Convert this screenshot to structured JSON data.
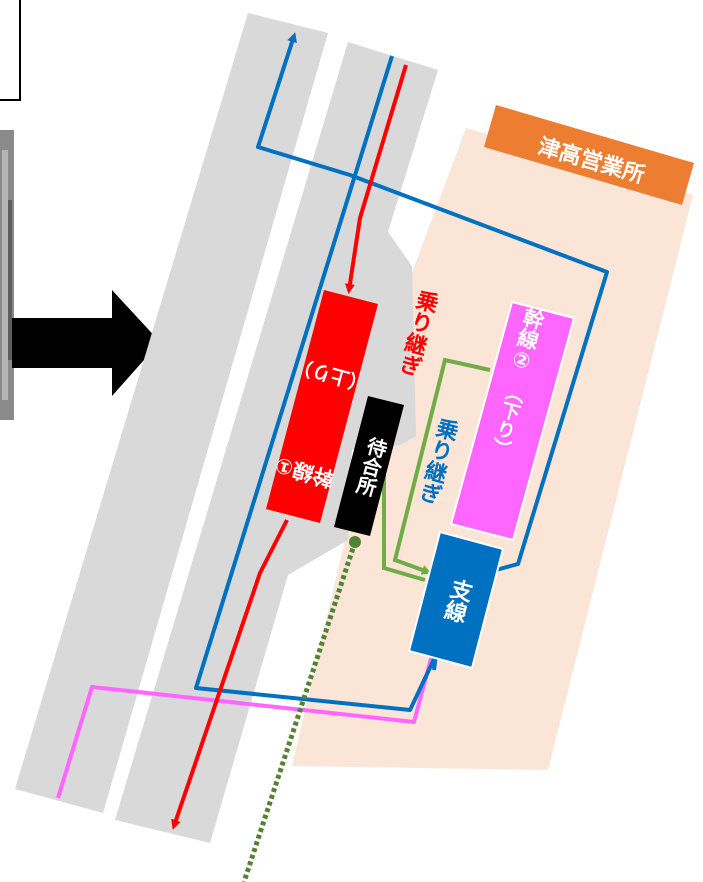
{
  "office": {
    "name": "津高営業所",
    "label_bg": "#ED7D31",
    "area_bg": "#FBE5D6"
  },
  "stops": {
    "line1_up": {
      "name_main": "幹線①",
      "name_suffix": "（上り）",
      "color": "#FF0000"
    },
    "waiting_room": {
      "name": "待合所",
      "color": "#000000"
    },
    "line2_down": {
      "name_main": "幹線②",
      "name_suffix": "（下り）",
      "color": "#FF66FF"
    },
    "branch": {
      "name": "支線",
      "color": "#0070C0"
    }
  },
  "transfers": {
    "red_label": "乗り継ぎ",
    "blue_label": "乗り継ぎ",
    "path_color": "#70AD47"
  },
  "colors": {
    "road": "#D9D9D9",
    "route_red": "#FF0000",
    "route_blue": "#0070C0",
    "route_pink": "#FF66FF",
    "walk_path": "#548235",
    "arrow": "#000000"
  }
}
